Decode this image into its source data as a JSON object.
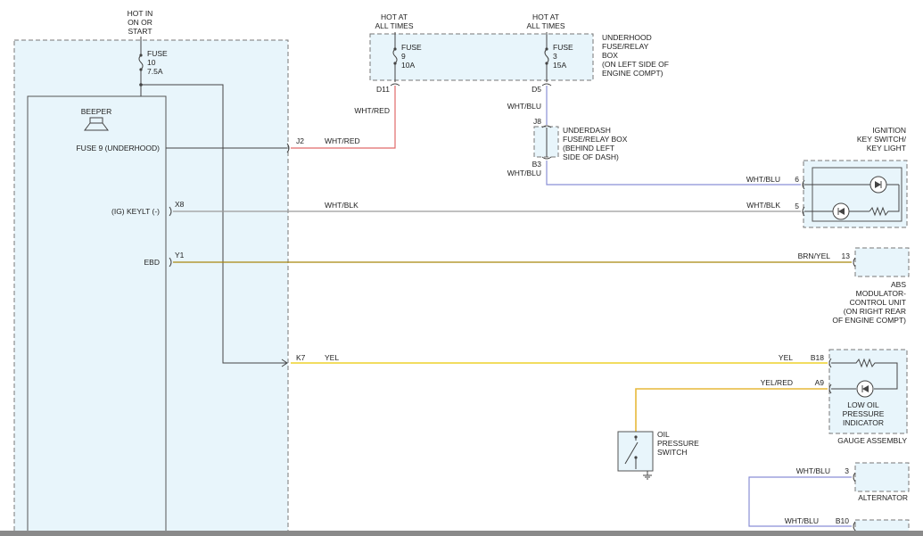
{
  "colors": {
    "panel_fill": "#e8f5fb",
    "wht_red": "#e06a6a",
    "wht_blu": "#8a8fd6",
    "wht_blk": "#9a9a9a",
    "brn_yel": "#a8860c",
    "yel": "#f0d84a",
    "yel_red": "#e7b93a",
    "black": "#444444"
  },
  "hot_in_on_or_start": [
    "HOT IN",
    "ON OR",
    "START"
  ],
  "hot_at_all_times_1": [
    "HOT AT",
    "ALL TIMES"
  ],
  "hot_at_all_times_2": [
    "HOT AT",
    "ALL TIMES"
  ],
  "fuse10": [
    "FUSE",
    "10",
    "7.5A"
  ],
  "fuse9": [
    "FUSE",
    "9",
    "10A"
  ],
  "fuse3": [
    "FUSE",
    "3",
    "15A"
  ],
  "underhood_box": [
    "UNDERHOOD",
    "FUSE/RELAY",
    "BOX",
    "(ON LEFT SIDE OF",
    "ENGINE COMPT)"
  ],
  "underdash_box": [
    "UNDERDASH",
    "FUSE/RELAY BOX",
    "(BEHIND LEFT",
    "SIDE OF DASH)"
  ],
  "beeper": "BEEPER",
  "module_labels": {
    "fuse9_underhood": "FUSE 9 (UNDERHOOD)",
    "ig_keylt": "(IG) KEYLT (-)",
    "ebd": "EBD"
  },
  "connectors": {
    "d11": "D11",
    "d5": "D5",
    "j8": "J8",
    "b3": "B3",
    "j2": "J2",
    "x8": "X8",
    "y1": "Y1",
    "k7": "K7",
    "p6": "6",
    "p5": "5",
    "p13": "13",
    "b18": "B18",
    "a9": "A9",
    "p3": "3",
    "b10": "B10"
  },
  "wire_labels": {
    "wht_red_1": "WHT/RED",
    "wht_red_2": "WHT/RED",
    "wht_blu_1": "WHT/BLU",
    "wht_blu_2": "WHT/BLU",
    "wht_blu_3": "WHT/BLU",
    "wht_blk_1": "WHT/BLK",
    "wht_blk_2": "WHT/BLK",
    "brn_yel": "BRN/YEL",
    "yel_1": "YEL",
    "yel_2": "YEL",
    "yel_red": "YEL/RED",
    "wht_blu_alt": "WHT/BLU",
    "wht_blu_b10": "WHT/BLU"
  },
  "ignition_switch": [
    "IGNITION",
    "KEY SWITCH/",
    "KEY LIGHT"
  ],
  "abs_unit": [
    "ABS",
    "MODULATOR-",
    "CONTROL UNIT",
    "(ON RIGHT REAR",
    "OF ENGINE COMPT)"
  ],
  "gauge_indicator": [
    "LOW OIL",
    "PRESSURE",
    "INDICATOR"
  ],
  "gauge_assembly": "GAUGE ASSEMBLY",
  "oil_switch": [
    "OIL",
    "PRESSURE",
    "SWITCH"
  ],
  "alternator": "ALTERNATOR"
}
